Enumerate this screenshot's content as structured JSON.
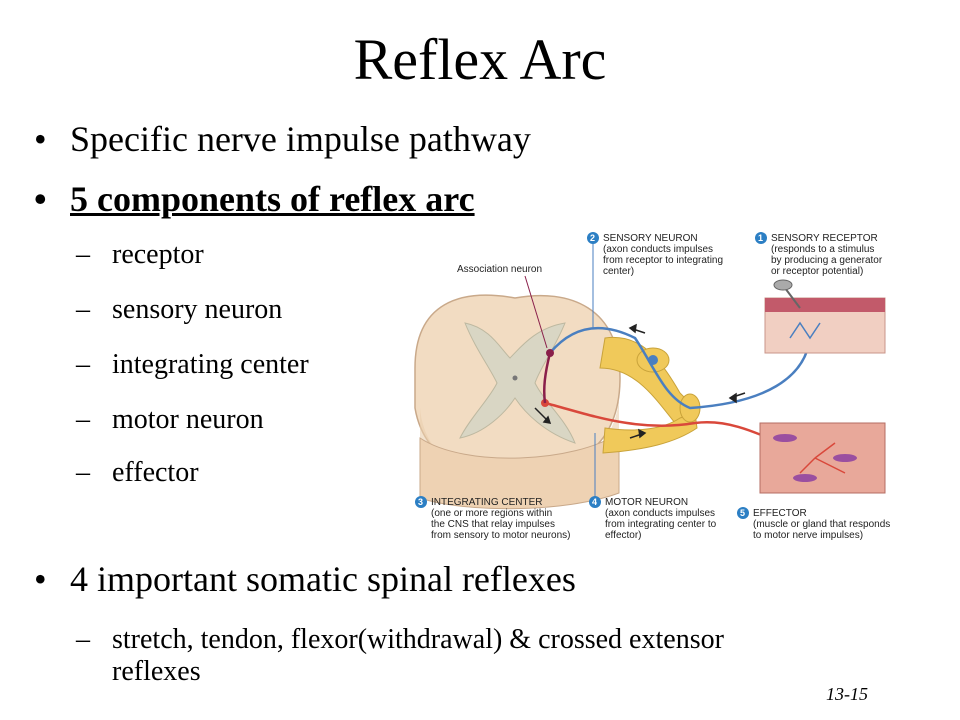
{
  "slide": {
    "title": "Reflex Arc",
    "bullets": [
      {
        "marker": "•",
        "text": "Specific nerve impulse pathway"
      },
      {
        "marker": "•",
        "text": "5 components of reflex arc",
        "subitems": [
          {
            "marker": "–",
            "text": "receptor"
          },
          {
            "marker": "–",
            "text": "sensory neuron"
          },
          {
            "marker": "–",
            "text": "integrating center"
          },
          {
            "marker": "–",
            "text": "motor neuron"
          },
          {
            "marker": "–",
            "text": "effector"
          }
        ]
      },
      {
        "marker": "•",
        "text": "4 important somatic spinal reflexes",
        "subitems": [
          {
            "marker": "–",
            "line1": "stretch, tendon, flexor(withdrawal) & crossed extensor",
            "line2": "reflexes"
          }
        ]
      }
    ],
    "page_number": "13-15"
  },
  "figure": {
    "association_label": "Association neuron",
    "callouts": [
      {
        "num": "1",
        "head": "SENSORY RECEPTOR",
        "lines": [
          "(responds to a stimulus",
          "by producing a generator",
          "or receptor potential)"
        ]
      },
      {
        "num": "2",
        "head": "SENSORY NEURON",
        "lines": [
          "(axon conducts impulses",
          "from receptor to integrating",
          "center)"
        ]
      },
      {
        "num": "3",
        "head": "INTEGRATING CENTER",
        "lines": [
          "(one or more regions within",
          "the CNS that relay impulses",
          "from sensory to motor neurons)"
        ]
      },
      {
        "num": "4",
        "head": "MOTOR NEURON",
        "lines": [
          "(axon conducts impulses",
          "from integrating center to",
          "effector)"
        ]
      },
      {
        "num": "5",
        "head": "EFFECTOR",
        "lines": [
          "(muscle or gland that responds",
          "to motor nerve impulses)"
        ]
      }
    ],
    "colors": {
      "sensory": "#4a7fc0",
      "motor": "#d9483b",
      "association": "#8a1f4a",
      "callout": "#2c7fc4",
      "nerve": "#f0c95a",
      "gray_matter": "#d9d6c4",
      "white_matter": "#f2dcc2"
    }
  }
}
